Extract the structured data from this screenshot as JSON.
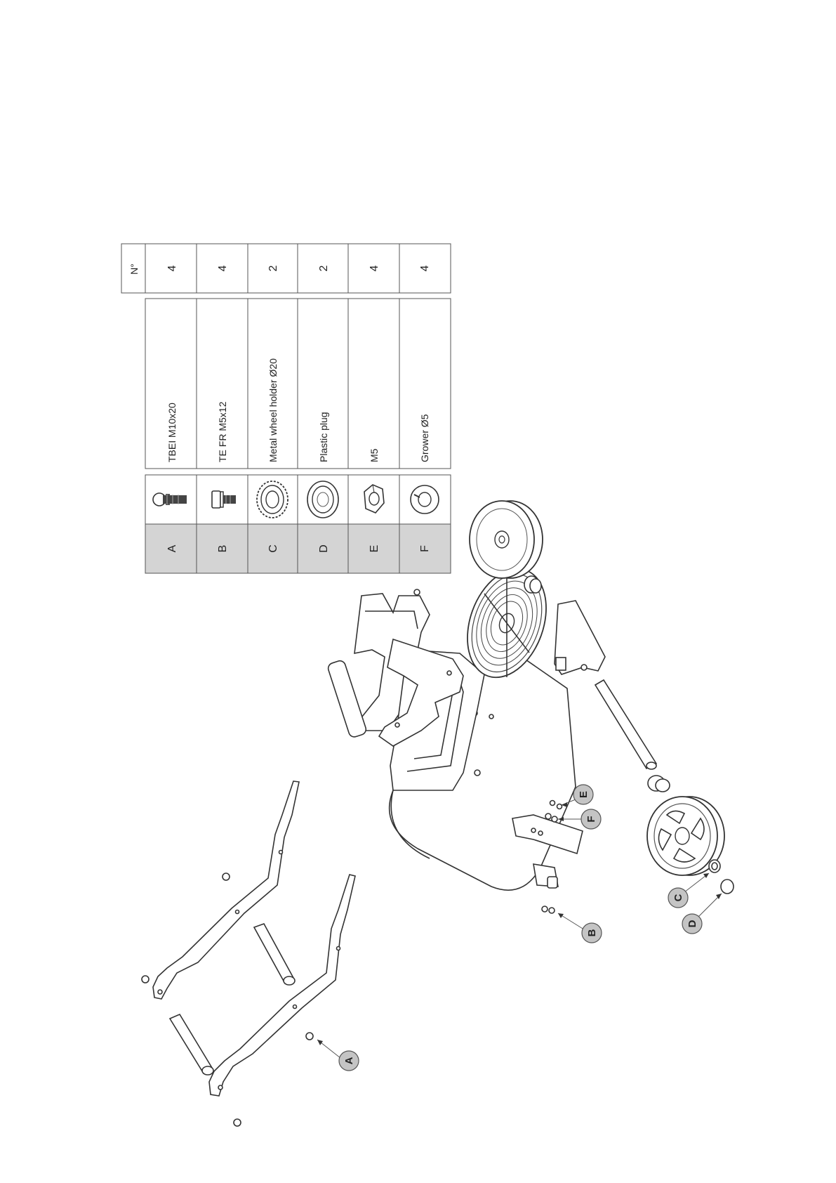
{
  "table": {
    "header_number": "N°",
    "rows": [
      {
        "code": "A",
        "description": "TBEI M10x20",
        "quantity": "4",
        "icon": "button-head-bolt-icon"
      },
      {
        "code": "B",
        "description": "TE FR M5x12",
        "quantity": "4",
        "icon": "flange-bolt-icon"
      },
      {
        "code": "C",
        "description": "Metal wheel holder Ø20",
        "quantity": "2",
        "icon": "toothed-lock-washer-icon"
      },
      {
        "code": "D",
        "description": "Plastic plug",
        "quantity": "2",
        "icon": "plastic-plug-icon"
      },
      {
        "code": "E",
        "description": "M5",
        "quantity": "4",
        "icon": "hex-nut-icon"
      },
      {
        "code": "F",
        "description": "Grower Ø5",
        "quantity": "4",
        "icon": "spring-washer-icon"
      }
    ]
  },
  "callouts": {
    "a": "A",
    "b": "B",
    "c": "C",
    "d": "D",
    "e": "E",
    "f": "F"
  },
  "colors": {
    "code_cell": "#d4d4d4",
    "callout_fill": "#c4c4c4",
    "line": "#333333"
  }
}
